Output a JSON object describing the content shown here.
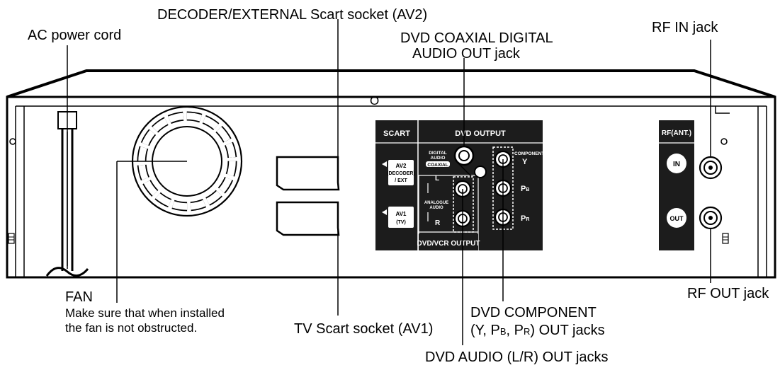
{
  "labels": {
    "decoder_scart": "DECODER/EXTERNAL Scart socket (AV2)",
    "ac_power": "AC power cord",
    "coaxial_line1": "DVD COAXIAL DIGITAL",
    "coaxial_line2": "AUDIO OUT jack",
    "rf_in": "RF IN jack",
    "fan": "FAN",
    "fan_note1": "Make sure that when installed",
    "fan_note2": "the fan is not obstructed.",
    "tv_scart": "TV Scart socket (AV1)",
    "component_line1": "DVD COMPONENT",
    "component_line2_a": "(Y, P",
    "component_sub_b": "B",
    "component_line2_c": ", P",
    "component_sub_r": "R",
    "component_line2_e": ") OUT jacks",
    "audio_lr": "DVD AUDIO (L/R) OUT jacks",
    "rf_out": "RF OUT jack"
  },
  "panel": {
    "scart": "SCART",
    "dvd_output": "DVD OUTPUT",
    "digital": "DIGITAL",
    "audio": "AUDIO",
    "coaxial": "COAXIAL",
    "av2": "AV2",
    "decoder": "(DECODER)",
    "ext": "/ EXT",
    "av1": "AV1",
    "tv": "(TV)",
    "l": "L",
    "r": "R",
    "analogue": "ANALOGUE",
    "analogue_audio": "AUDIO",
    "component": "COMPONENT",
    "y": "Y",
    "pb": "P",
    "pb_sub": "B",
    "pr": "P",
    "pr_sub": "R",
    "dvd_vcr_output": "DVD/VCR OUTPUT",
    "rf_ant": "RF(ANT.)",
    "in": "IN",
    "out": "OUT",
    "top_mark": "O"
  }
}
